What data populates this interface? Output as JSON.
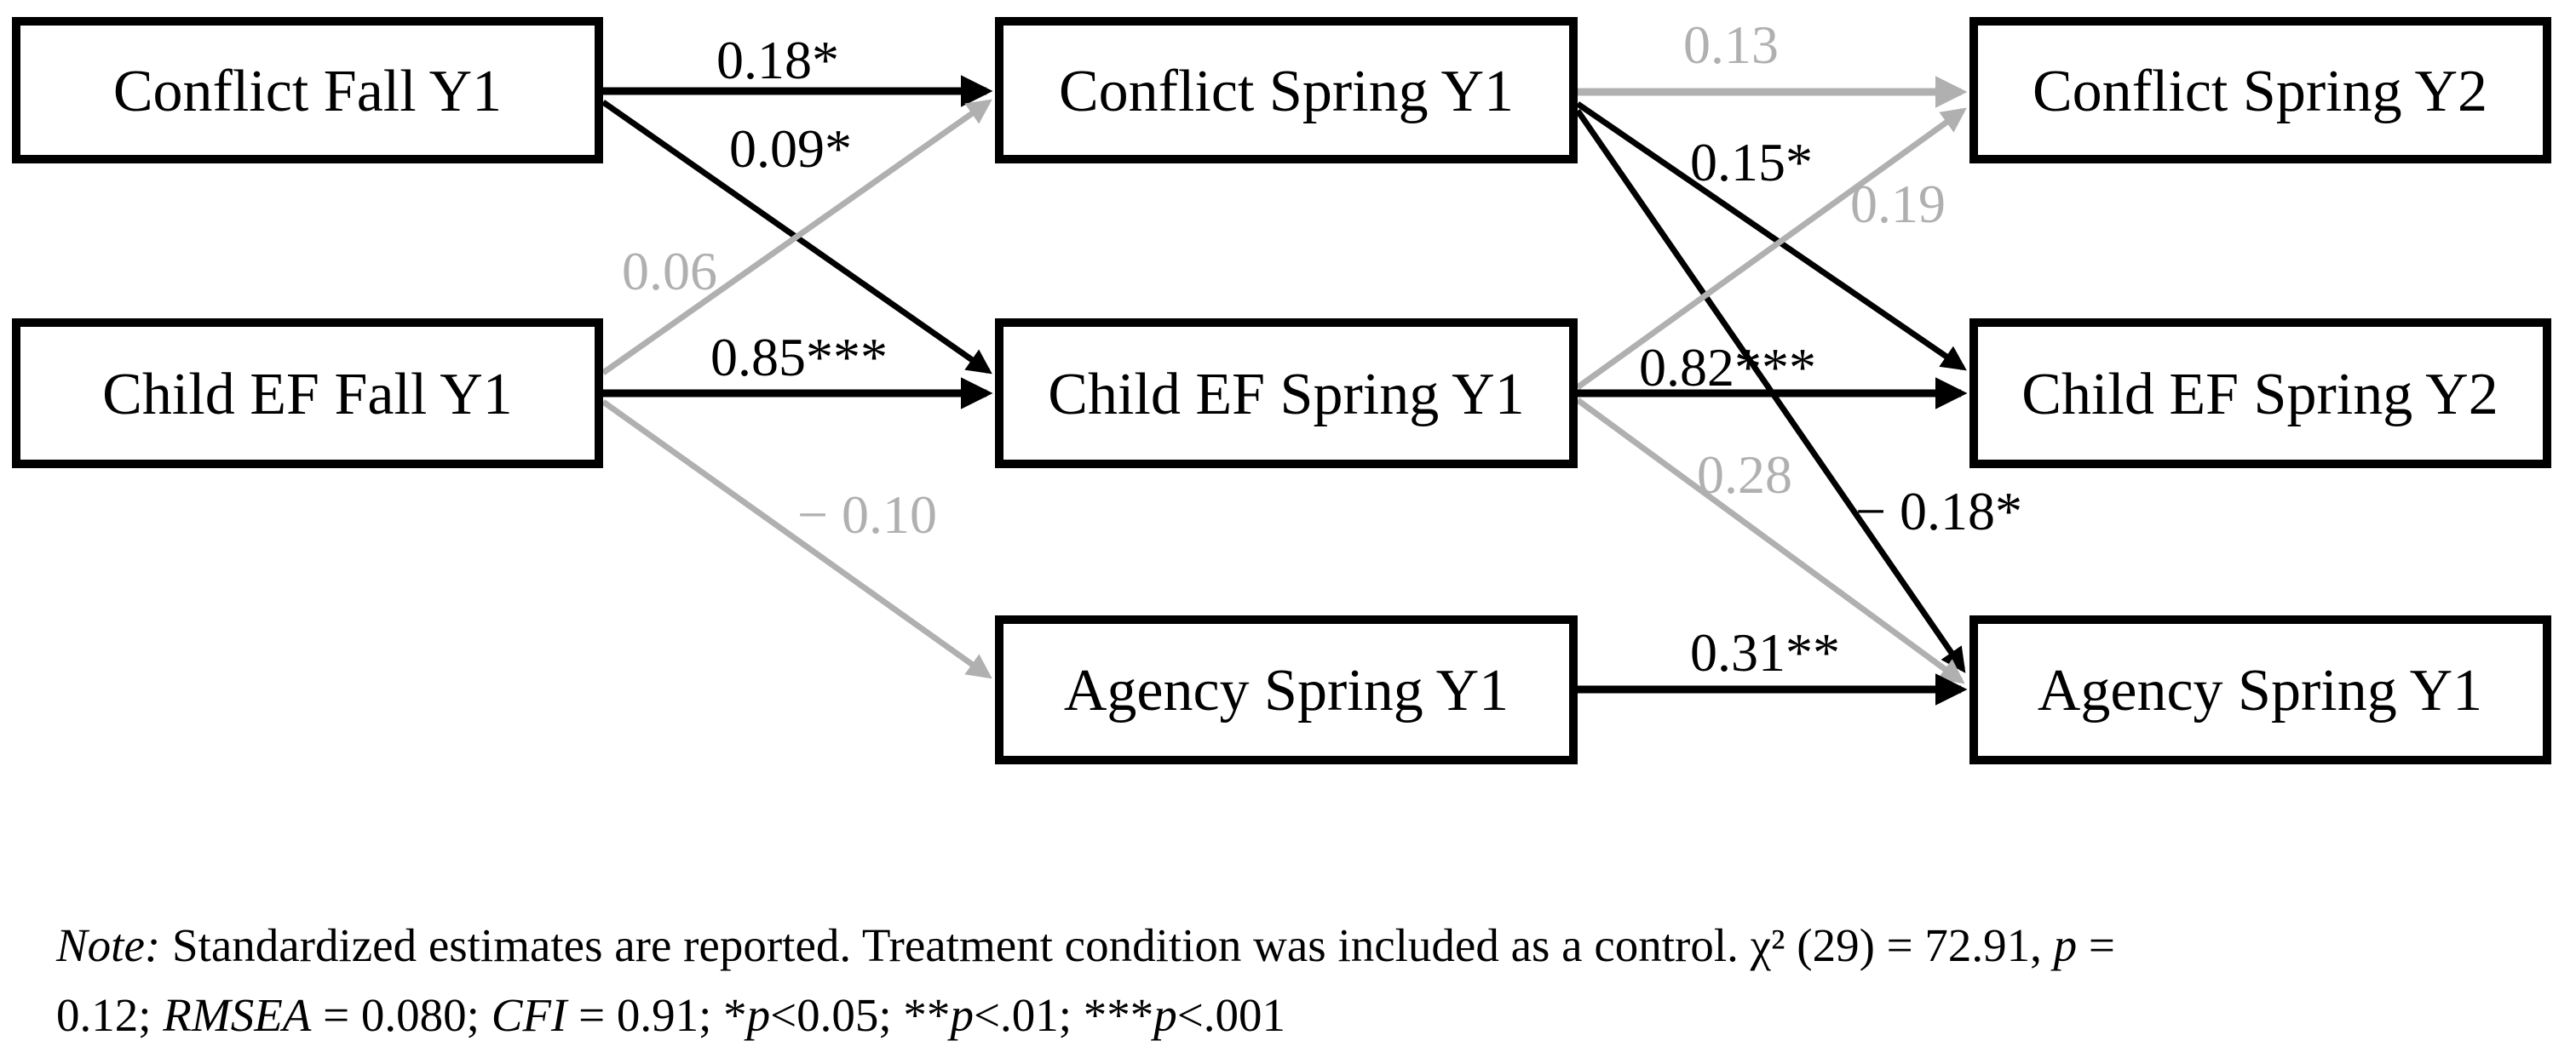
{
  "diagram": {
    "colors": {
      "black": "#000000",
      "gray": "#b0b0b0"
    },
    "nodes": [
      {
        "id": "conflict-fall-y1",
        "label": "Conflict Fall Y1"
      },
      {
        "id": "child-ef-fall-y1",
        "label": "Child EF Fall Y1"
      },
      {
        "id": "conflict-spring-y1",
        "label": "Conflict Spring Y1"
      },
      {
        "id": "child-ef-spring-y1",
        "label": "Child EF Spring Y1"
      },
      {
        "id": "agency-spring-y1-mid",
        "label": "Agency Spring Y1"
      },
      {
        "id": "conflict-spring-y2",
        "label": "Conflict Spring Y2"
      },
      {
        "id": "child-ef-spring-y2",
        "label": "Child EF Spring Y2"
      },
      {
        "id": "agency-spring-y1-right",
        "label": "Agency Spring Y1"
      }
    ],
    "edges": [
      {
        "from": "conflict-fall-y1",
        "to": "conflict-spring-y1",
        "label": "0.18*",
        "color": "black"
      },
      {
        "from": "conflict-fall-y1",
        "to": "child-ef-spring-y1",
        "label": "0.09*",
        "color": "black"
      },
      {
        "from": "child-ef-fall-y1",
        "to": "conflict-spring-y1",
        "label": "0.06",
        "color": "gray"
      },
      {
        "from": "child-ef-fall-y1",
        "to": "child-ef-spring-y1",
        "label": "0.85***",
        "color": "black"
      },
      {
        "from": "child-ef-fall-y1",
        "to": "agency-spring-y1-mid",
        "label": "− 0.10",
        "color": "gray"
      },
      {
        "from": "conflict-spring-y1",
        "to": "conflict-spring-y2",
        "label": "0.13",
        "color": "gray"
      },
      {
        "from": "conflict-spring-y1",
        "to": "child-ef-spring-y2",
        "label": "0.15*",
        "color": "black"
      },
      {
        "from": "conflict-spring-y1",
        "to": "agency-spring-y1-right",
        "label": "− 0.18*",
        "color": "black"
      },
      {
        "from": "child-ef-spring-y1",
        "to": "conflict-spring-y2",
        "label": "0.19",
        "color": "gray"
      },
      {
        "from": "child-ef-spring-y1",
        "to": "child-ef-spring-y2",
        "label": "0.82***",
        "color": "black"
      },
      {
        "from": "child-ef-spring-y1",
        "to": "agency-spring-y1-right",
        "label": "0.28",
        "color": "gray"
      },
      {
        "from": "agency-spring-y1-mid",
        "to": "agency-spring-y1-right",
        "label": "0.31**",
        "color": "black"
      }
    ],
    "note": {
      "runs": [
        {
          "t": "Note:"
        },
        {
          "t": " Standardized estimates are reported. Treatment condition was included as a control. χ² (29) = 72.91, "
        },
        {
          "t": "p"
        },
        {
          "t": " ="
        },
        {
          "t": "0.12; "
        },
        {
          "t": "RMSEA"
        },
        {
          "t": " = 0.080; "
        },
        {
          "t": "CFI"
        },
        {
          "t": " = 0.91; *"
        },
        {
          "t": "p"
        },
        {
          "t": "<0.05; **"
        },
        {
          "t": "p"
        },
        {
          "t": "<.01; ***"
        },
        {
          "t": "p"
        },
        {
          "t": "<.001"
        }
      ]
    }
  }
}
